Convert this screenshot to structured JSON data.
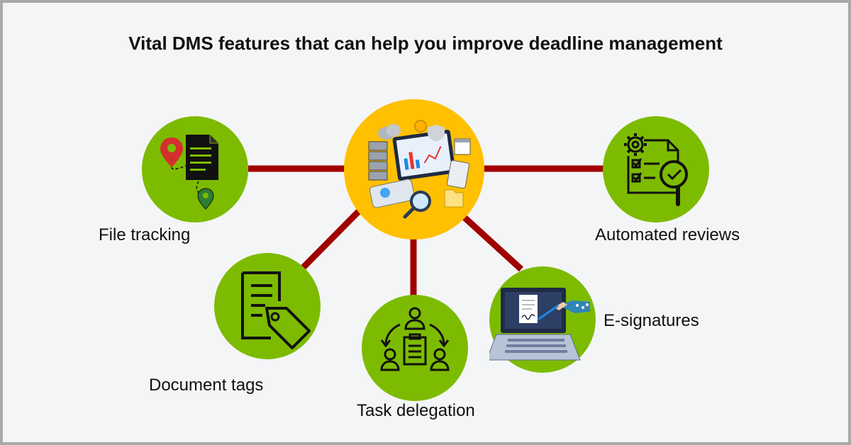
{
  "title": "Vital DMS features that can help you improve deadline management",
  "colors": {
    "node_green": "#7dbb00",
    "center_yellow": "#ffc000",
    "connector": "#a00000",
    "background": "#f4f5f7",
    "border": "#a9a9a9"
  },
  "center": {
    "icon": "dms-dashboard-icon"
  },
  "features": [
    {
      "id": "file-tracking",
      "label": "File tracking",
      "icon": "location-document-icon"
    },
    {
      "id": "document-tags",
      "label": "Document tags",
      "icon": "document-tag-icon"
    },
    {
      "id": "task-delegation",
      "label": "Task delegation",
      "icon": "team-delegation-icon"
    },
    {
      "id": "e-signatures",
      "label": "E-signatures",
      "icon": "laptop-signature-icon"
    },
    {
      "id": "automated-reviews",
      "label": "Automated reviews",
      "icon": "review-checklist-icon"
    }
  ]
}
